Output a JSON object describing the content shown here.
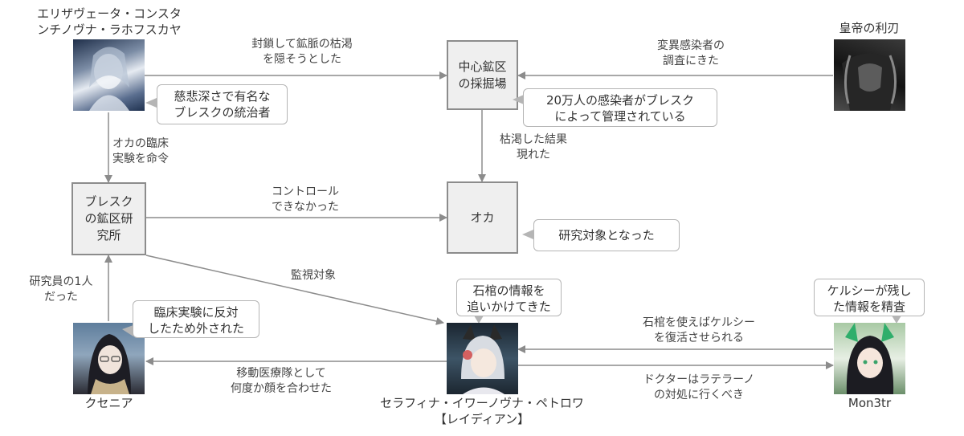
{
  "colors": {
    "line": "#8c8c8c",
    "box_fill": "#efefef",
    "callout_border": "#b5b5b5",
    "text": "#333333"
  },
  "characters": {
    "elizaveta": {
      "name": "エリザヴェータ・コンスタ\nンチノヴナ・ラホフスカヤ",
      "note": "慈悲深さで有名な\nブレスクの統治者"
    },
    "emperor_blade": {
      "name": "皇帝の利刃"
    },
    "xenia": {
      "name": "クセニア",
      "note": "臨床実験に反対\nしたため外された"
    },
    "serafina": {
      "name": "セラフィナ・イワーノヴナ・ペトロワ\n【レイディアン】",
      "note": "石棺の情報を\n追いかけてきた"
    },
    "mon3tr": {
      "name": "Mon3tr",
      "note": "ケルシーが残し\nた情報を精査"
    }
  },
  "boxes": {
    "mine_site": {
      "label": "中心鉱区\nの採掘場",
      "note": "20万人の感染者がブレスク\nによって管理されている"
    },
    "research_lab": {
      "label": "ブレスク\nの鉱区研\n究所"
    },
    "oka": {
      "label": "オカ",
      "note": "研究対象となった"
    }
  },
  "edges": {
    "eliz_to_mine": "封鎖して鉱脈の枯渇\nを隠そうとした",
    "blade_to_mine": "変異感染者の\n調査にきた",
    "eliz_to_lab": "オカの臨床\n実験を命令",
    "mine_to_oka": "枯渇した結果\n現れた",
    "lab_to_oka": "コントロール\nできなかった",
    "lab_to_serafina": "監視対象",
    "xenia_to_lab": "研究員の1人\nだった",
    "serafina_to_xenia": "移動医療隊として\n何度か顔を合わせた",
    "mon3tr_to_serafina": "石棺を使えばケルシー\nを復活させられる",
    "serafina_to_mon3tr": "ドクターはラテラーノ\nの対処に行くべき"
  }
}
